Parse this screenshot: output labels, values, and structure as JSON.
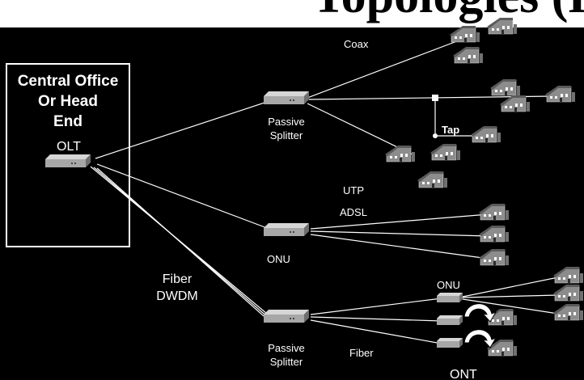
{
  "title": "Topologies (PON)",
  "central_office": {
    "label": "Central Office\nOr Head\nEnd"
  },
  "labels": {
    "olt": "OLT",
    "coax": "Coax",
    "tap": "Tap",
    "passive_splitter_top": "Passive\nSplitter",
    "utp": "UTP",
    "adsl": "ADSL",
    "onu_middle": "ONU",
    "fiber_dwdm": "Fiber\nDWDM",
    "onu_bottom": "ONU",
    "passive_splitter_bottom": "Passive\nSplitter",
    "fiber": "Fiber",
    "ont": "ONT"
  },
  "colors": {
    "background": "#000000",
    "foreground": "#ffffff",
    "house_body": "#8c8c8c",
    "house_roof": "#5a5a5a",
    "device_body": "#a7a7a7",
    "device_top": "#d6d6d6"
  }
}
